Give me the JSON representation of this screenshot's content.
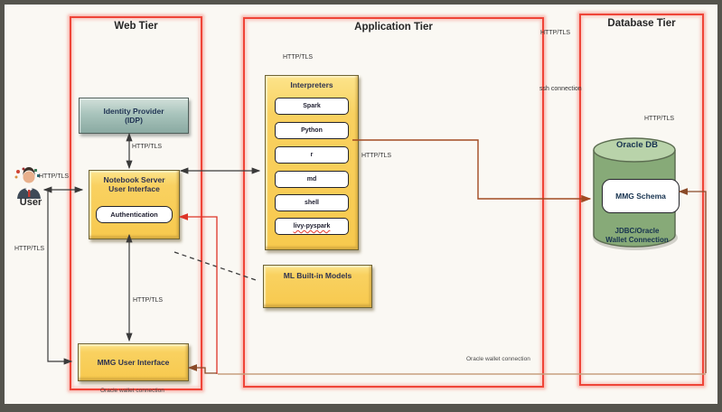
{
  "window": {
    "frame_color": "#55544d",
    "canvas_color": "#faf8f3"
  },
  "colors": {
    "tier_border": "#ef4538",
    "node_yellow": "#f9cf57",
    "idp_teal": "#a9c4bc",
    "db_green": "#87aa78",
    "connector_black": "#3a3a3a",
    "connector_red": "#dd3427",
    "connector_brown": "#8a4a28",
    "connector_rust": "#a14a22",
    "connector_tan": "#c79f7f"
  },
  "user": {
    "label": "User",
    "http_top": "HTTP/TLS",
    "http_bottom": "HTTP/TLS"
  },
  "web_tier": {
    "title": "Web Tier",
    "idp_line1": "Identity Provider",
    "idp_line2": "(IDP)",
    "idp_notebook_label": "HTTP/TLS",
    "notebook_line1": "Notebook Server",
    "notebook_line2": "User Interface",
    "auth_label": "Authentication",
    "notebook_mmg_label": "HTTP/TLS",
    "mmg_ui_label": "MMG User Interface",
    "wallet_footer": "Oracle wallet connection"
  },
  "app_tier": {
    "title": "Application Tier",
    "http_top": "HTTP/TLS",
    "interpreters_title": "Interpreters",
    "interpreters": [
      "Spark",
      "Python",
      "r",
      "md",
      "shell",
      "livy-pyspark"
    ],
    "ml_models_label": "ML Built-in Models",
    "http_mid": "HTTP/TLS",
    "wallet_label": "Oracle wallet connection"
  },
  "gap": {
    "http": "HTTP/TLS",
    "ssh": "ssh connection"
  },
  "db_tier": {
    "title": "Database Tier",
    "http_label": "HTTP/TLS",
    "db_label": "Oracle DB",
    "schema_label": "MMG Schema",
    "jdbc_line1": "JDBC/Oracle",
    "jdbc_line2": "Wallet Connection"
  }
}
